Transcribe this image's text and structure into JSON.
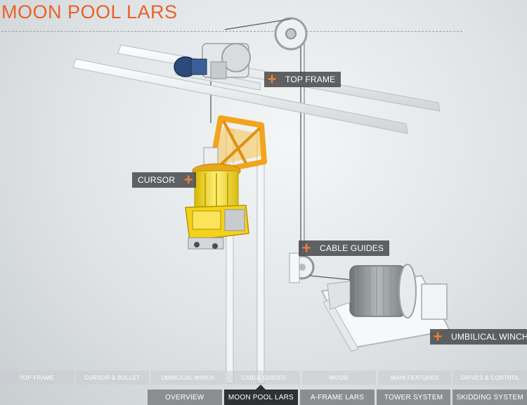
{
  "page": {
    "title": "MOON POOL LARS"
  },
  "hotspots": {
    "top_frame": "TOP FRAME",
    "cursor": "CURSOR",
    "cable_guides": "CABLE GUIDES",
    "umbilical_winch": "UMBILICAL WINCH",
    "plus_symbol": "+"
  },
  "subnav": [
    "TOP FRAME",
    "CURSOR & BULLET",
    "UMBILICAL WINCH",
    "CABLE GUIDES",
    "MOVIE",
    "MAIN FEATURES",
    "DRIVES & CONTROL"
  ],
  "mainnav": {
    "items": [
      "OVERVIEW",
      "MOON POOL LARS",
      "A-FRAME LARS",
      "TOWER SYSTEM",
      "SKIDDING SYSTEM"
    ],
    "active": "MOON POOL LARS"
  },
  "colors": {
    "title": "#e8622a",
    "accent_plus": "#f08030",
    "label_bg": "#46484a",
    "cursor_yellow": "#f2d21c",
    "frame_orange": "#f2a51c",
    "motor_blue": "#2c4a7a"
  }
}
